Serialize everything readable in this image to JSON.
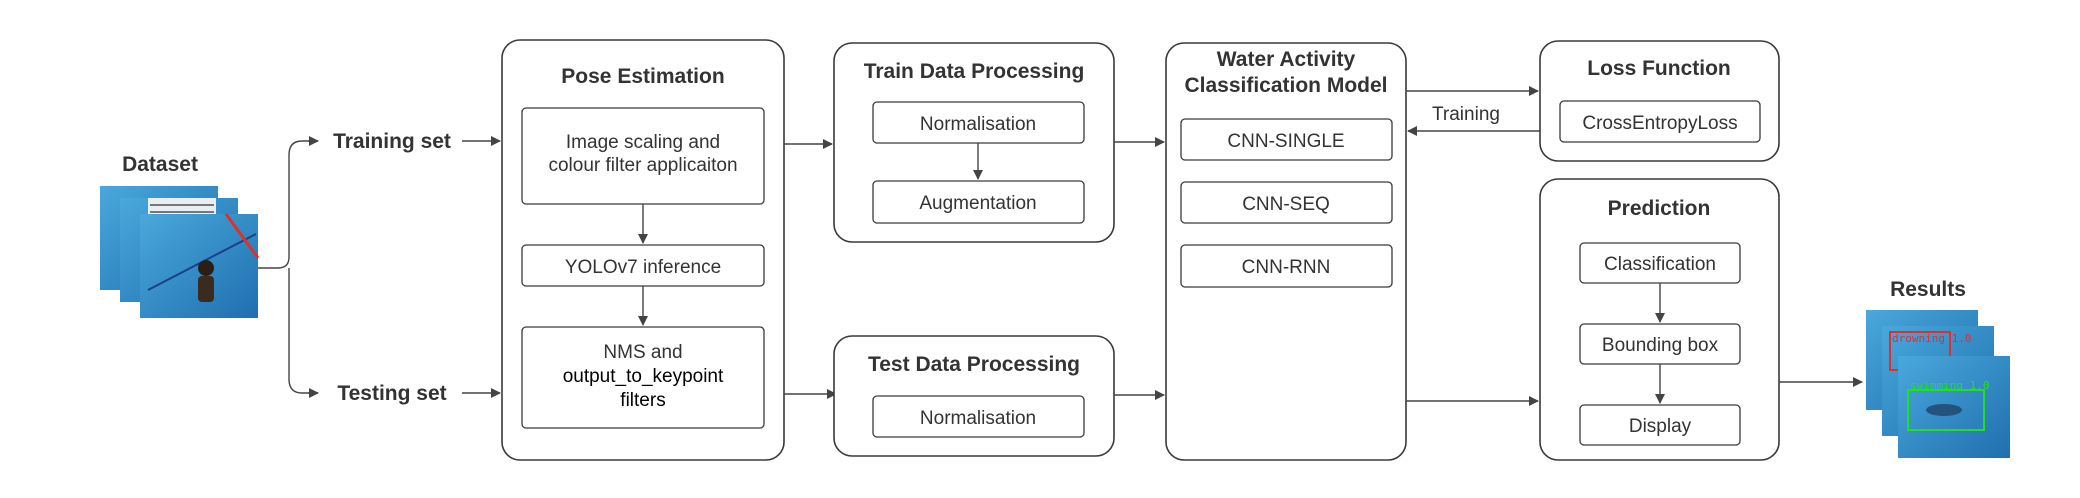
{
  "dataset": {
    "title": "Dataset"
  },
  "splits": {
    "training": "Training set",
    "testing": "Testing set"
  },
  "pose_estimation": {
    "title": "Pose Estimation",
    "step1": [
      "Image scaling and",
      "colour filter applicaiton"
    ],
    "step2": "YOLOv7 inference",
    "step3": [
      "NMS and",
      "output_to_keypoint",
      "filters"
    ]
  },
  "train_processing": {
    "title": "Train Data Processing",
    "step1": "Normalisation",
    "step2": "Augmentation"
  },
  "test_processing": {
    "title": "Test Data Processing",
    "step1": "Normalisation"
  },
  "model": {
    "title": [
      "Water Activity",
      "Classification Model"
    ],
    "variants": [
      "CNN-SINGLE",
      "CNN-SEQ",
      "CNN-RNN"
    ]
  },
  "loss": {
    "title": "Loss Function",
    "name": "CrossEntropyLoss",
    "edge_label": "Training"
  },
  "prediction": {
    "title": "Prediction",
    "steps": [
      "Classification",
      "Bounding box",
      "Display"
    ]
  },
  "results": {
    "title": "Results",
    "overlay_labels": [
      "drowning 1.0",
      "swimming 1.0"
    ],
    "colors": {
      "drowning": "#e0302a",
      "swimming": "#20e020"
    }
  },
  "colors": {
    "stroke": "#3a3a3a",
    "water": "#2f86c4",
    "lane_line": "#1d3f8a"
  }
}
